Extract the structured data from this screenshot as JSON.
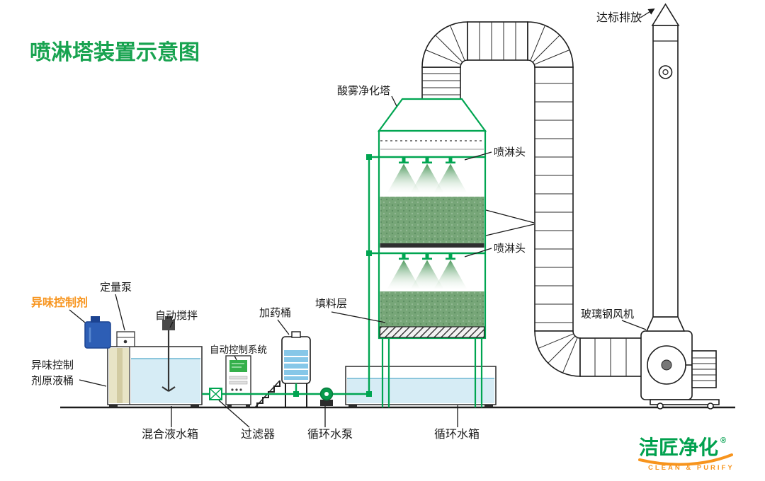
{
  "title": "喷淋塔装置示意图",
  "labels": {
    "discharge": "达标排放",
    "tower": "酸雾净化塔",
    "spray_head_top": "喷淋头",
    "spray_head_mid": "喷淋头",
    "packing_layer": "填料层",
    "frp_fan": "玻璃钢风机",
    "odor_agent": "异味控制剂",
    "metering_pump": "定量泵",
    "auto_mixer": "自动搅拌",
    "dosing_barrel": "加药桶",
    "control_system": "自动控制系统",
    "agent_tank_line1": "异味控制",
    "agent_tank_line2": "剂原液桶",
    "mixing_tank": "混合液水箱",
    "filter": "过滤器",
    "circulating_pump": "循环水泵",
    "circulating_tank": "循环水箱"
  },
  "logo": {
    "brand": "洁匠净化",
    "reg": "®",
    "tagline": "CLEAN & PURIFY"
  },
  "colors": {
    "pipe_green": "#00a551",
    "title_green": "#18a350",
    "accent_orange": "#f7941d",
    "packing_green": "#77a678",
    "water_blue": "#d6ecf5",
    "pump_blue": "#2d5eb5",
    "line_black": "#1c1c1c"
  }
}
